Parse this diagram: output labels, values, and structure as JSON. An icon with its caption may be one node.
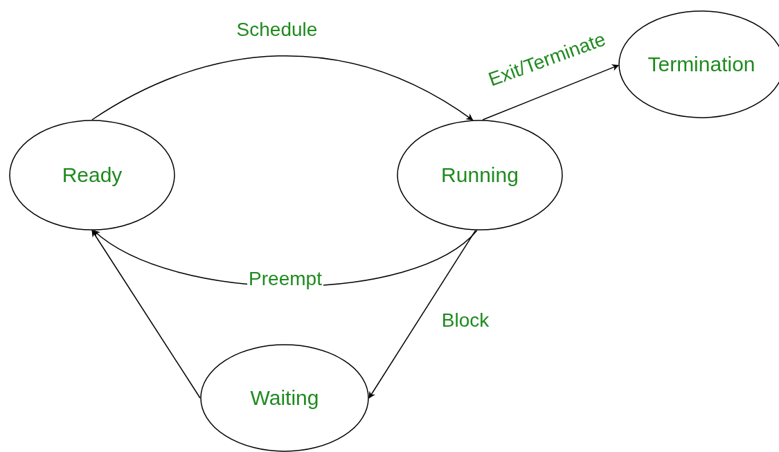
{
  "diagram": {
    "nodes": [
      {
        "text": [
          "Ready"
        ]
      },
      {
        "text": [
          "Running"
        ]
      },
      {
        "text": [
          "Termination"
        ]
      },
      {
        "text": [
          "Waiting"
        ]
      }
    ],
    "edges": [
      {
        "from": 0,
        "to": 1,
        "arrow": "to",
        "label": "Schedule"
      },
      {
        "from": 1,
        "to": 2,
        "arrow": "to",
        "label": "Exit/Terminate"
      },
      {
        "from": 1,
        "to": 0,
        "arrow": "to",
        "label": "Preempt"
      },
      {
        "from": 1,
        "to": 3,
        "arrow": "to",
        "label": "Block"
      },
      {
        "from": 3,
        "to": 0,
        "arrow": "to"
      }
    ]
  }
}
